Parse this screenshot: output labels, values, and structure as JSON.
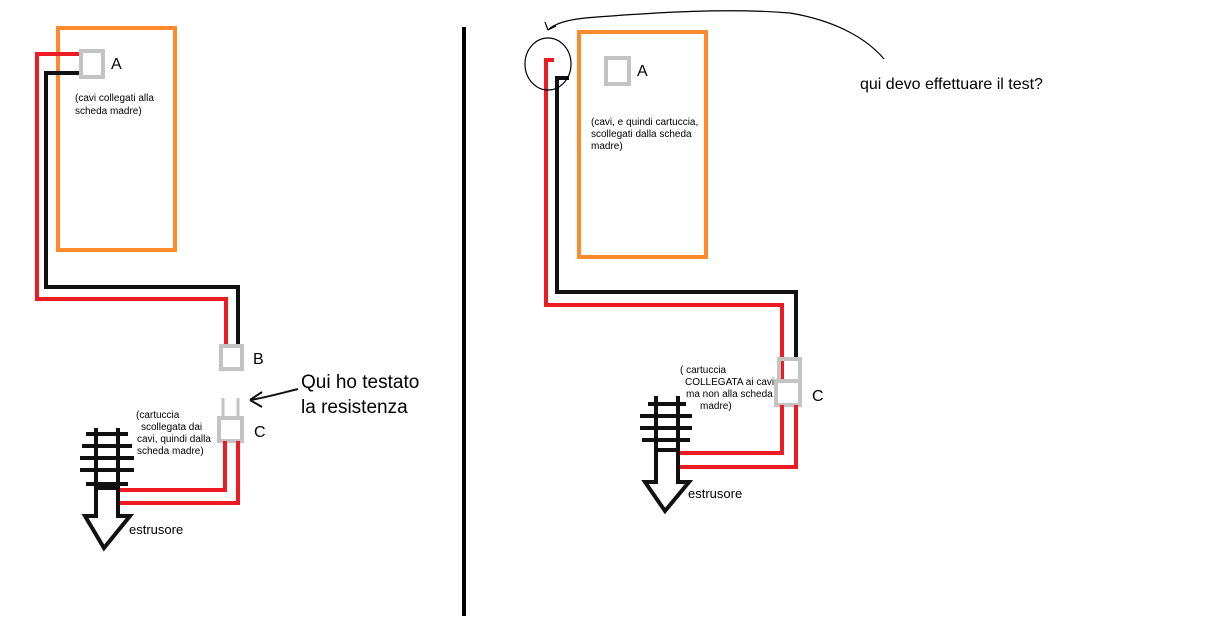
{
  "colors": {
    "board": "#ff8a2b",
    "red_wire": "#ed1c24",
    "black_wire": "#111111",
    "connector": "#c3c3c3",
    "divider": "#000000"
  },
  "left": {
    "label_a": "A",
    "note_a": [
      "(cavi collegati alla",
      "scheda madre)"
    ],
    "label_b": "B",
    "label_c": "C",
    "note_c": [
      "(cartuccia",
      "scollegata dai",
      "cavi, quindi dalla",
      "scheda madre)"
    ],
    "test_note": [
      "Qui ho testato",
      "la resistenza"
    ],
    "extruder_label": "estrusore"
  },
  "right": {
    "label_a": "A",
    "note_a": [
      "(cavi, e quindi cartuccia,",
      "scollegati dalla scheda",
      "madre)"
    ],
    "label_c": "C",
    "note_c": [
      "( cartuccia",
      "COLLEGATA ai cavi",
      "ma non alla scheda",
      "madre)"
    ],
    "question": "qui devo effettuare il test?",
    "extruder_label": "estrusore"
  }
}
